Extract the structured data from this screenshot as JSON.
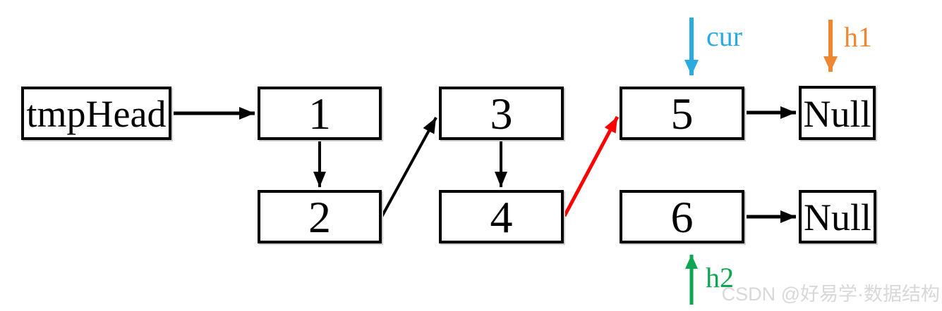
{
  "diagram": {
    "title_hint": "singly linked list split into two lists (odd/even) with tmpHead helper",
    "nodes": {
      "tmpHead": "tmpHead",
      "node1": "1",
      "node2": "2",
      "node3": "3",
      "node4": "4",
      "node5": "5",
      "node6": "6",
      "null_top": "Null",
      "null_bottom": "Null"
    },
    "colors": {
      "black": "#000000",
      "red": "#ff0000",
      "blue": "#29abe2",
      "orange": "#ed8733",
      "green": "#0ca750"
    },
    "edges": [
      {
        "from": "tmpHead",
        "to": "1",
        "color": "black"
      },
      {
        "from": "1",
        "to": "2",
        "color": "black"
      },
      {
        "from": "2",
        "to": "3",
        "color": "black"
      },
      {
        "from": "3",
        "to": "4",
        "color": "black"
      },
      {
        "from": "4",
        "to": "5",
        "color": "red"
      },
      {
        "from": "5",
        "to": "Null",
        "color": "black"
      },
      {
        "from": "6",
        "to": "Null",
        "color": "black"
      }
    ],
    "pointers": {
      "cur": {
        "label": "cur",
        "color": "blue",
        "direction": "down",
        "points_at": "5"
      },
      "h1": {
        "label": "h1",
        "color": "orange",
        "direction": "down",
        "points_at": "Null (top)"
      },
      "h2": {
        "label": "h2",
        "color": "green",
        "direction": "up",
        "points_at": "6"
      }
    }
  },
  "watermark": {
    "text": "CSDN @好易学·数据结构",
    "color": "#d8d8d8"
  }
}
